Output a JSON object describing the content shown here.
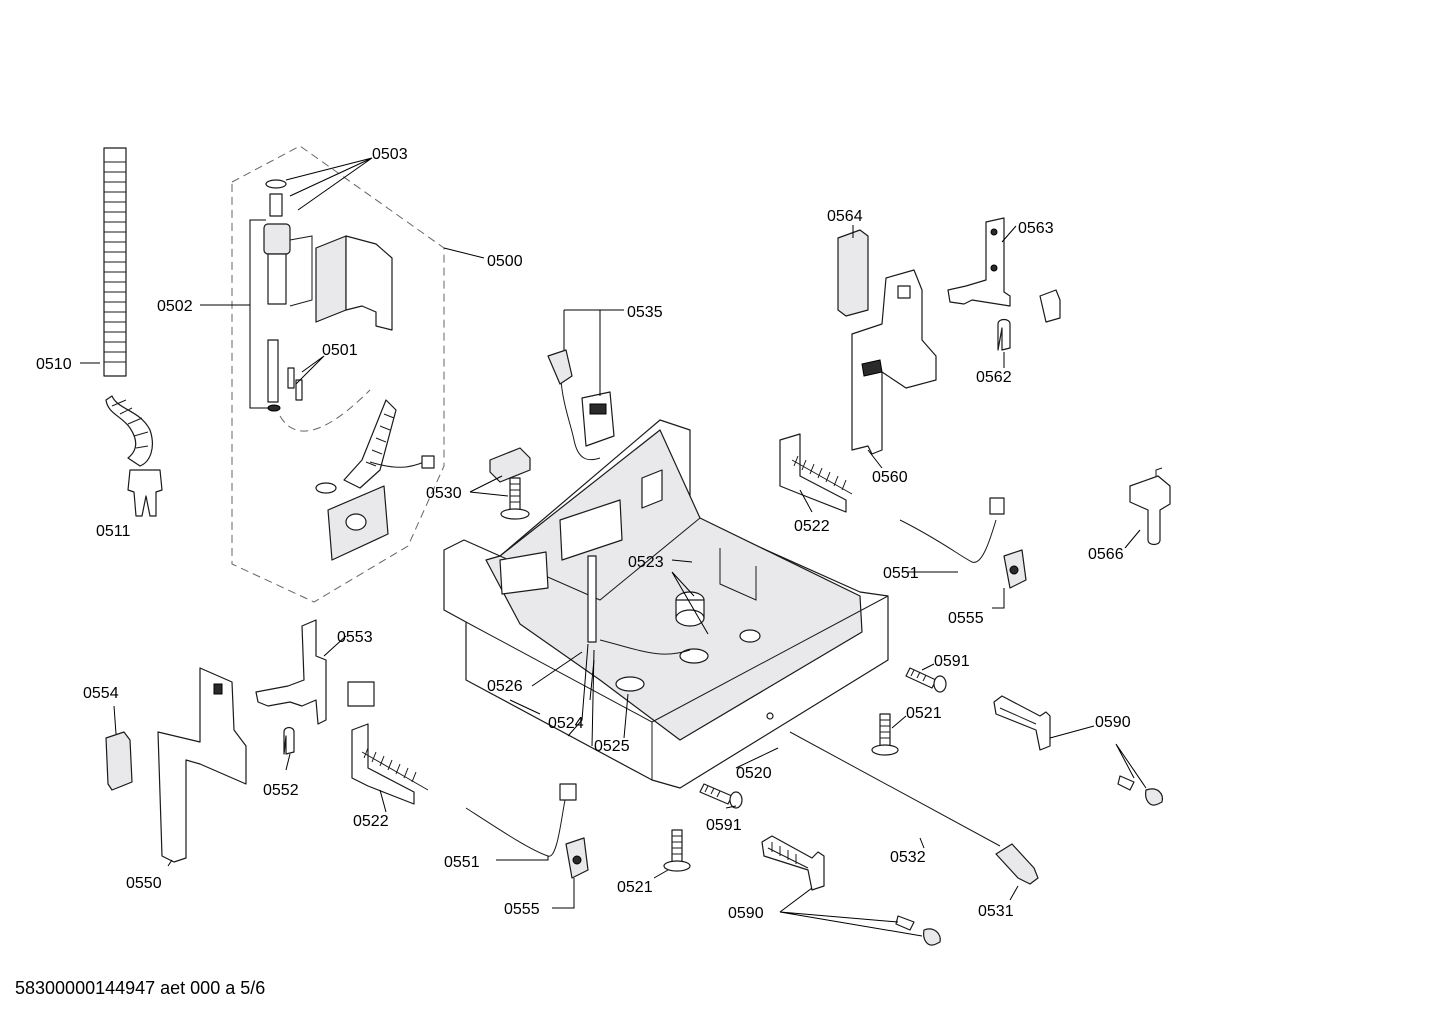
{
  "footer": {
    "text": "58300000144947 aet 000 a 5/6"
  },
  "labels": {
    "l0503": "0503",
    "l0500": "0500",
    "l0502": "0502",
    "l0501": "0501",
    "l0510": "0510",
    "l0511": "0511",
    "l0535": "0535",
    "l0530": "0530",
    "l0564": "0564",
    "l0563": "0563",
    "l0562": "0562",
    "l0560": "0560",
    "l0522a": "0522",
    "l0566": "0566",
    "l0523": "0523",
    "l0551a": "0551",
    "l0555a": "0555",
    "l0591a": "0591",
    "l0553": "0553",
    "l0554": "0554",
    "l0526": "0526",
    "l0524": "0524",
    "l0525": "0525",
    "l0521a": "0521",
    "l0590a": "0590",
    "l0552": "0552",
    "l0522b": "0522",
    "l0520": "0520",
    "l0591b": "0591",
    "l0550": "0550",
    "l0551b": "0551",
    "l0532": "0532",
    "l0555b": "0555",
    "l0521b": "0521",
    "l0590b": "0590",
    "l0531": "0531"
  }
}
